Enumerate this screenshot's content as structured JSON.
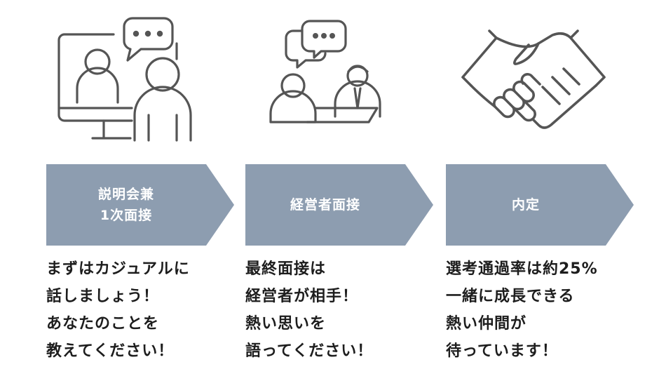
{
  "accent_color": "#8d9db0",
  "icon_color": "#555555",
  "steps": [
    {
      "icon": "video-call-icon",
      "label": "説明会兼\n1次面接",
      "description": "まずはカジュアルに\n話しましょう！\nあなたのことを\n教えてください！"
    },
    {
      "icon": "interview-icon",
      "label": "経営者面接",
      "description": "最終面接は\n経営者が相手！\n熱い思いを\n語ってください！"
    },
    {
      "icon": "handshake-icon",
      "label": "内定",
      "description": "選考通過率は約25%\n一緒に成長できる\n熱い仲間が\n待っています！"
    }
  ]
}
